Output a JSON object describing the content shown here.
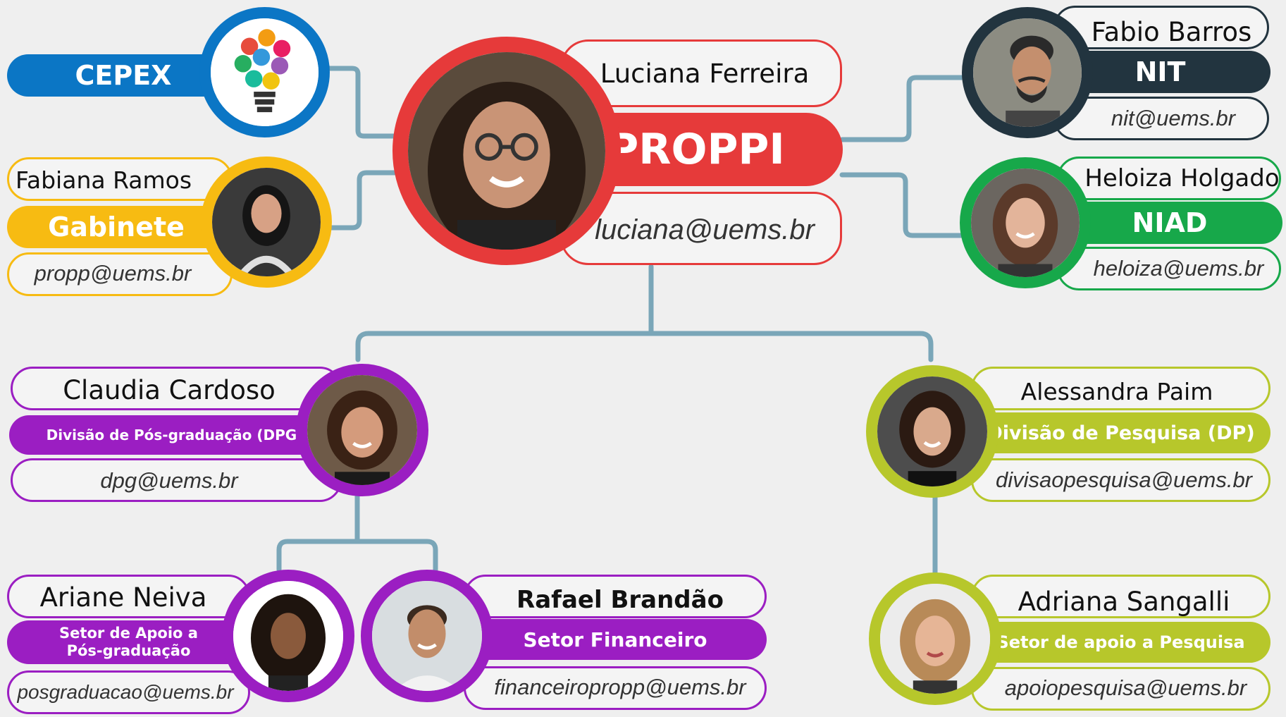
{
  "colors": {
    "red": "#e63a3a",
    "blue": "#0b76c5",
    "yellow": "#f7bb12",
    "dark": "#22343f",
    "green": "#17a84a",
    "purple": "#9b1ec2",
    "lime": "#b7c72b",
    "connector": "#7aa6b8"
  },
  "main": {
    "name": "Luciana Ferreira",
    "unit": "PROPPI",
    "email": "luciana@uems.br"
  },
  "cepex": {
    "unit": "CEPEX",
    "icon": "lightbulb-icon"
  },
  "gabinete": {
    "name": "Fabiana Ramos",
    "unit": "Gabinete",
    "email": "propp@uems.br"
  },
  "nit": {
    "name": "Fabio Barros",
    "unit": "NIT",
    "email": "nit@uems.br"
  },
  "niad": {
    "name": "Heloiza Holgado",
    "unit": "NIAD",
    "email": "heloiza@uems.br"
  },
  "dpg": {
    "name": "Claudia Cardoso",
    "unit": "Divisão de Pós-graduação (DPG)",
    "email": "dpg@uems.br"
  },
  "dp": {
    "name": "Alessandra Paim",
    "unit": "Divisão de Pesquisa (DP)",
    "email": "divisaopesquisa@uems.br"
  },
  "apoio_pos": {
    "name": "Ariane Neiva",
    "unit_line1": "Setor de Apoio a",
    "unit_line2": "Pós-graduação",
    "email": "posgraduacao@uems.br"
  },
  "financeiro": {
    "name": "Rafael Brandão",
    "unit": "Setor Financeiro",
    "email": "financeiropropp@uems.br"
  },
  "apoio_pesq": {
    "name": "Adriana Sangalli",
    "unit": "Setor de apoio a Pesquisa",
    "email": "apoiopesquisa@uems.br"
  }
}
